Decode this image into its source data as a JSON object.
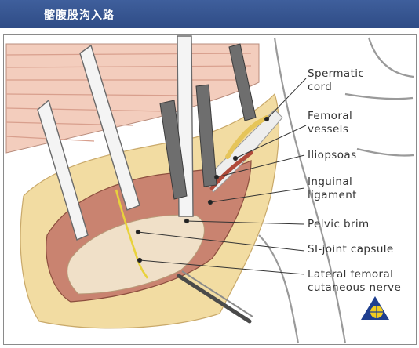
{
  "header": {
    "title": "髂腹股沟入路"
  },
  "labels": {
    "spermatic_cord": [
      "Spermatic",
      "cord"
    ],
    "femoral_vessels": [
      "Femoral",
      "vessels"
    ],
    "iliopsoas": "Iliopsoas",
    "inguinal_ligament": [
      "Inguinal",
      "ligament"
    ],
    "pelvic_brim": "Pelvic brim",
    "si_joint_capsule": "SI-joint capsule",
    "lateral_femoral_cutaneous_nerve": [
      "Lateral femoral",
      "cutaneous nerve"
    ]
  },
  "colors": {
    "header_bg": "#34528e",
    "muscle": "#c98370",
    "fat": "#f2dca2",
    "bone": "#f0e0c8",
    "nerve": "#e8d23c",
    "retractor": "#f4f4f4",
    "clamp": "#6e6e6e",
    "logo_blue": "#1f3f8f",
    "logo_yellow": "#f2cc1f"
  }
}
